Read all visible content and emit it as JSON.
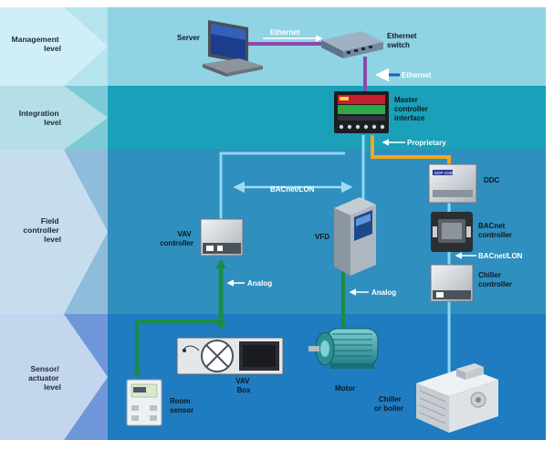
{
  "levels": {
    "management": [
      "Management",
      "level"
    ],
    "integration": [
      "Integration",
      "level"
    ],
    "field": [
      "Field",
      "controller",
      "level"
    ],
    "sensor": [
      "Sensor/",
      "actuator",
      "level"
    ]
  },
  "devices": {
    "server": "Server",
    "switch": [
      "Ethernet",
      "switch"
    ],
    "master": [
      "Master",
      "controller",
      "interface"
    ],
    "ddc": "DDC",
    "ddc_tag": "DDP 1048",
    "bacnet_controller": [
      "BACnet",
      "controller"
    ],
    "chiller_controller": [
      "Chiller",
      "controller"
    ],
    "vav_controller": [
      "VAV",
      "controller"
    ],
    "vfd": "VFD",
    "vav_box": [
      "VAV",
      "Box"
    ],
    "room_sensor": [
      "Room",
      "sensor"
    ],
    "motor": "Motor",
    "chiller": [
      "Chiller",
      "or boiler"
    ]
  },
  "connections": {
    "ethernet_top": "Ethernet",
    "ethernet_down": "Ethernet",
    "proprietary": "Proprietary",
    "bacnet_lon_main": "BACnet/LON",
    "bacnet_lon_right": "BACnet/LON",
    "analog_left": "Analog",
    "analog_mid": "Analog"
  },
  "colors": {
    "management_band": "#8fd3e4",
    "integration_band": "#1aa0b8",
    "field_band": "#2f8fbf",
    "sensor_band": "#1f7cc0",
    "ethernet_line": "#8a4aa8",
    "proprietary_line": "#f2a81d",
    "bacnet_line": "#8fd6f2",
    "analog_line": "#1e8a4a"
  }
}
